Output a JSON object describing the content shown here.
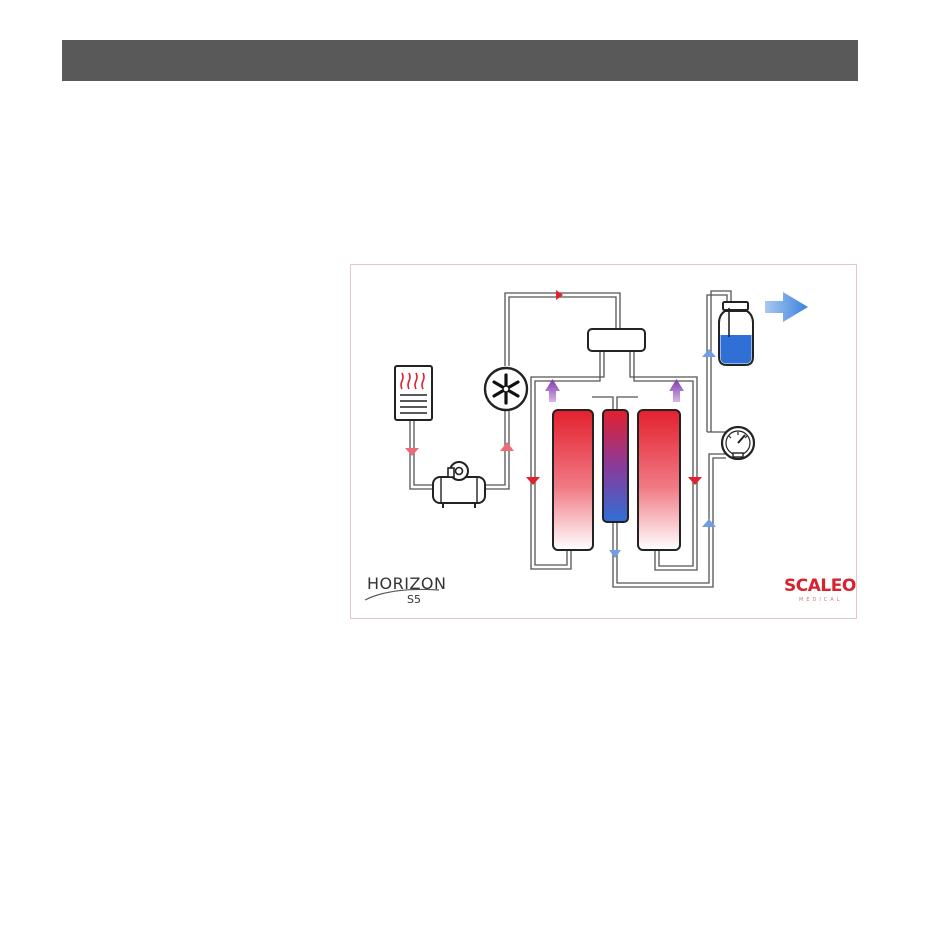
{
  "header": {
    "title": ""
  },
  "diagram": {
    "colors": {
      "hot": "#e3202e",
      "cold": "#2f6fd6",
      "pipe": "#555555",
      "purple": "#7a3aa8",
      "outlet_arrow": "#3a82dc"
    },
    "icons": [
      "heater-icon",
      "compressor-icon",
      "cooling-fan-icon",
      "manifold-icon",
      "collection-bottle-icon",
      "pressure-gauge-icon",
      "outlet-arrow-icon"
    ]
  },
  "logos": {
    "horizon": {
      "line1": "HORIZON",
      "line2": "S5"
    },
    "scaleo": {
      "name": "SCALEO",
      "sub": "MEDICAL"
    }
  }
}
